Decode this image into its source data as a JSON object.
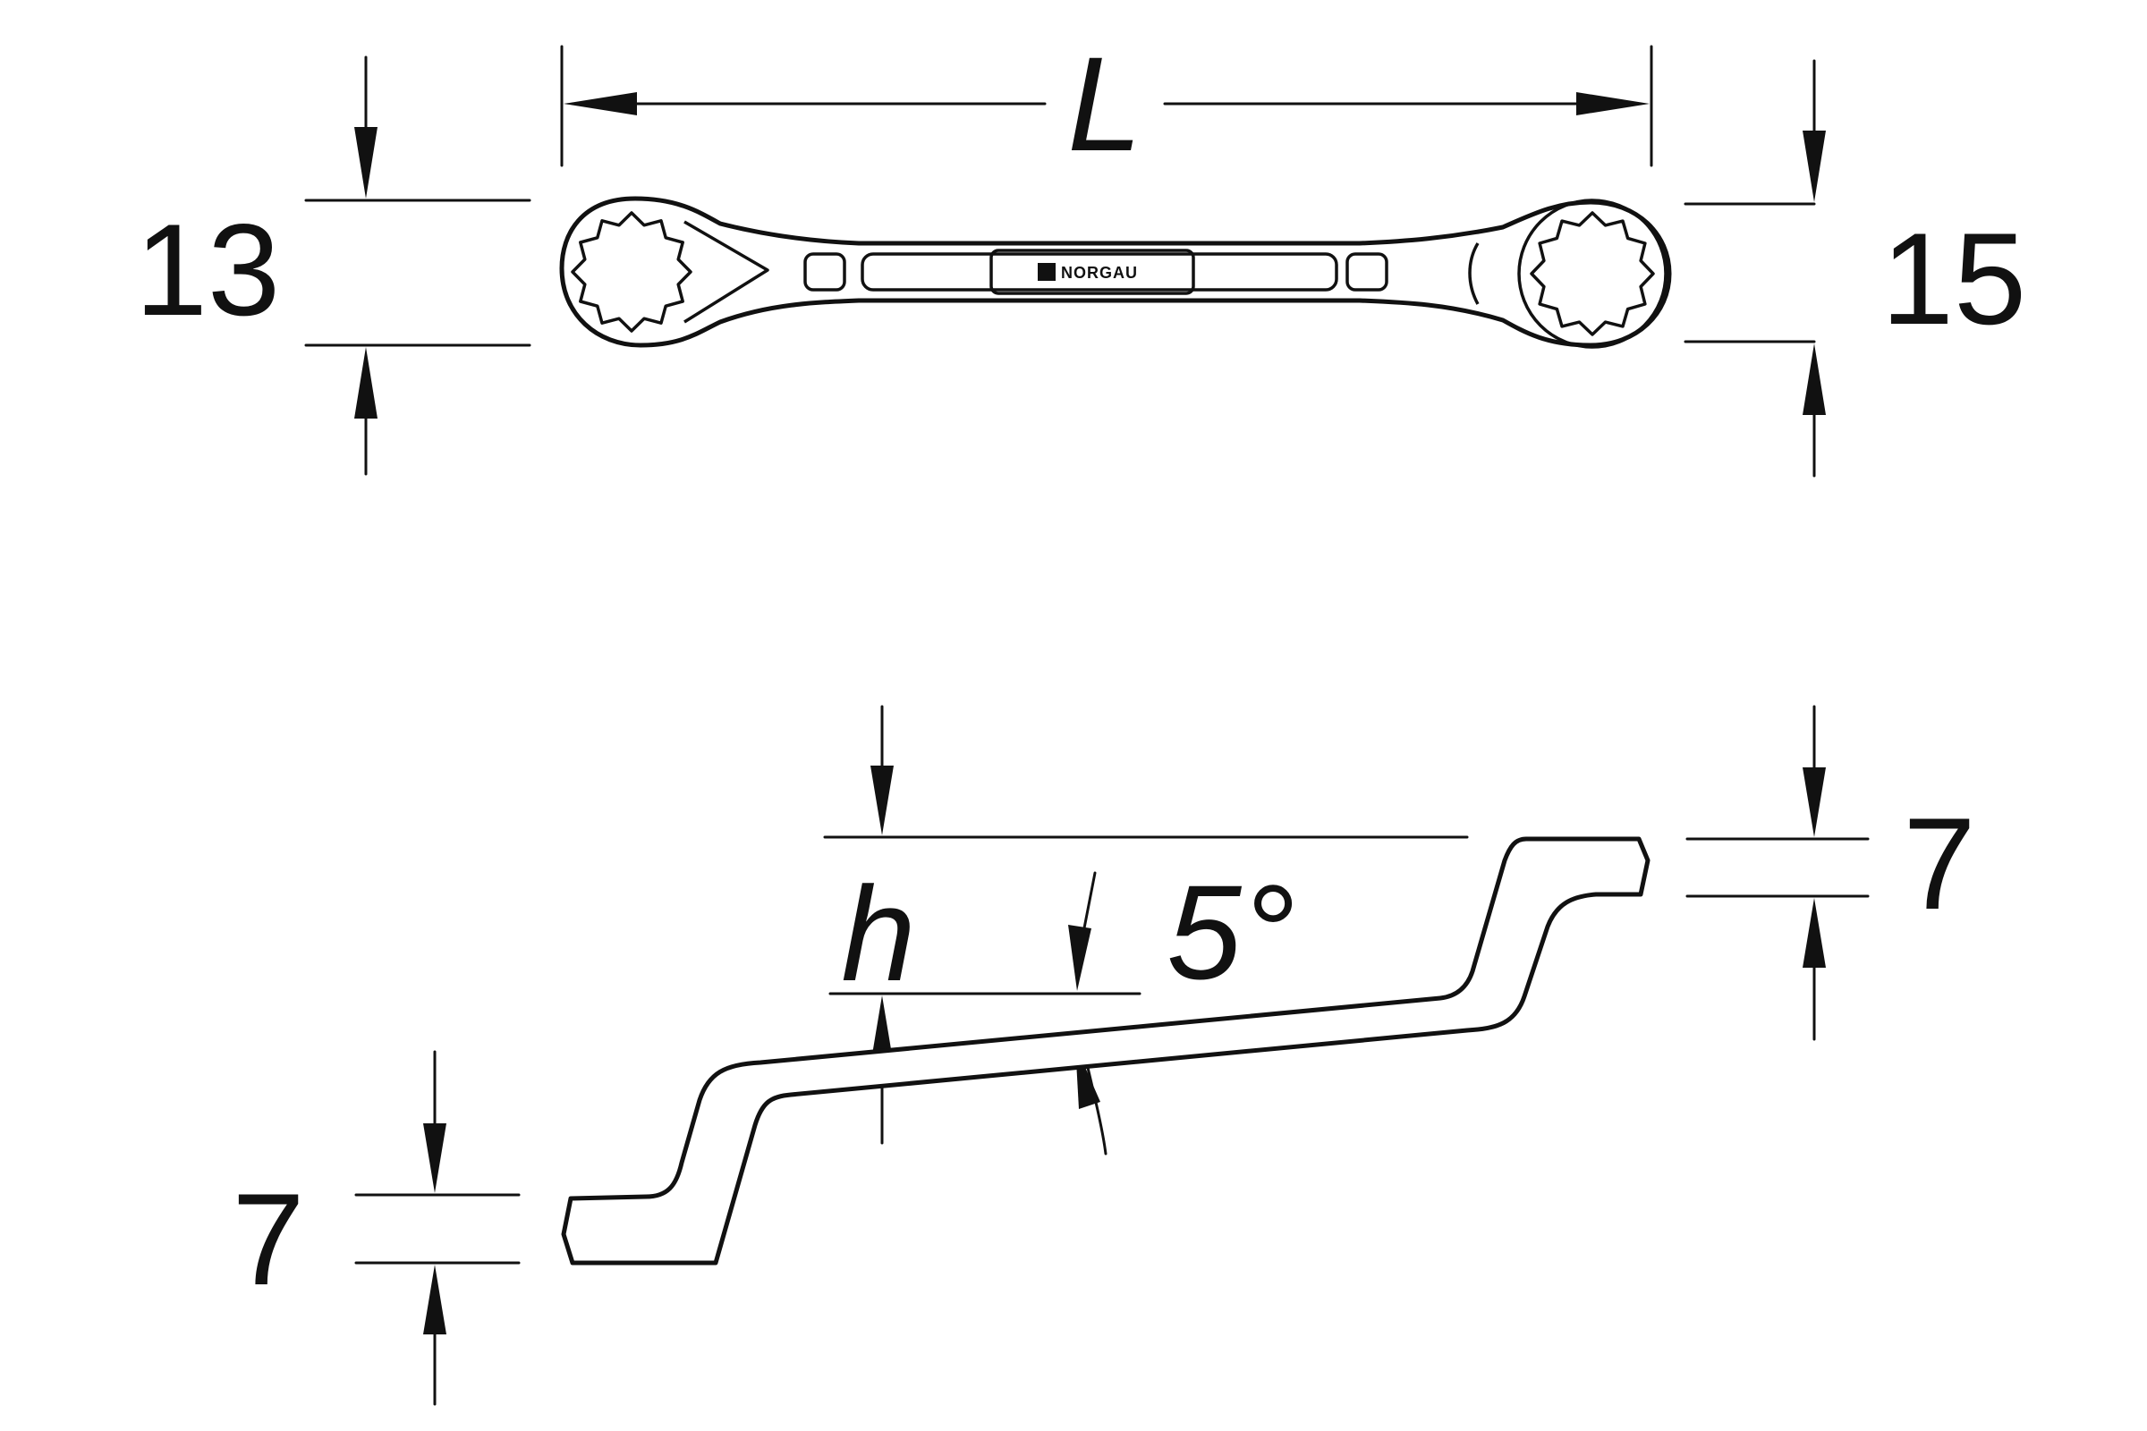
{
  "top_view": {
    "length_label": "L",
    "left_size": "13",
    "right_size": "15",
    "brand": "NORGAU"
  },
  "side_view": {
    "height_label": "h",
    "angle_label": "5°",
    "left_thickness": "7",
    "right_thickness": "7"
  },
  "colors": {
    "line": "#111111",
    "background": "#ffffff"
  }
}
